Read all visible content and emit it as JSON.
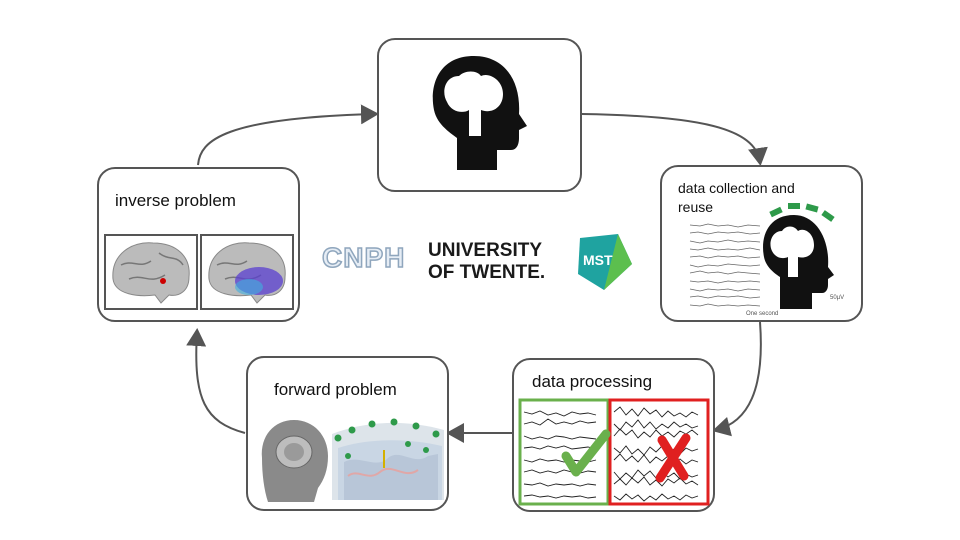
{
  "nodes": {
    "brain": {
      "label": ""
    },
    "data_collection": {
      "label": "data collection and reuse"
    },
    "data_processing": {
      "label": "data processing"
    },
    "forward_problem": {
      "label": "forward problem"
    },
    "inverse_problem": {
      "label": "inverse problem"
    }
  },
  "eeg_labels": {
    "scale": "50µV",
    "time": "One second"
  },
  "logos": {
    "cnph": "CNPH",
    "twente_line1": "UNIVERSITY",
    "twente_line2": "OF TWENTE.",
    "mst": "MST"
  },
  "colors": {
    "accept": "#6ab04c",
    "reject": "#e02020",
    "electrode": "#2e9a4a",
    "mst_teal": "#1fa3a0",
    "mst_green": "#5cbf4e"
  },
  "icons": [
    "head-brain-icon",
    "check-icon",
    "cross-icon"
  ]
}
